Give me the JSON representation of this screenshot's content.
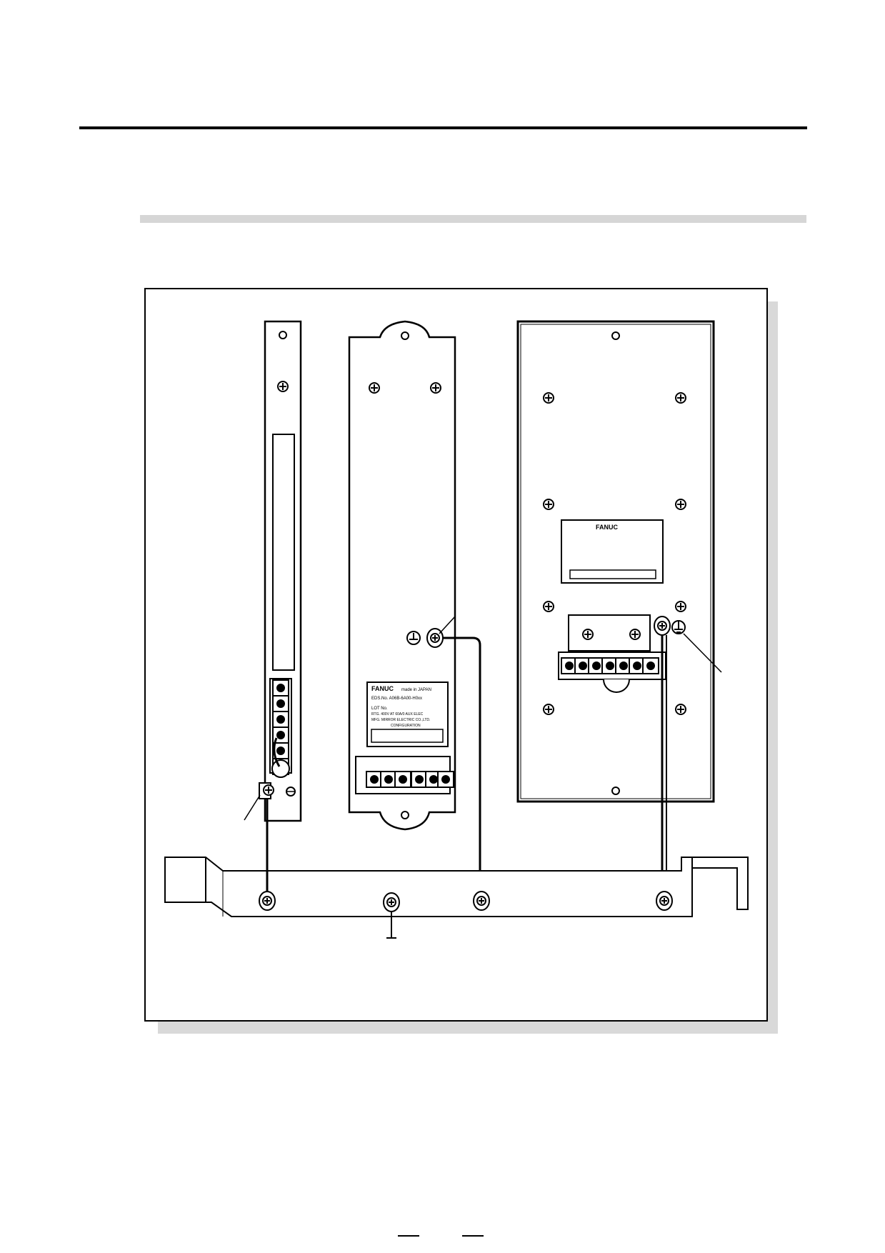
{
  "header": {
    "rule": "horizontal-rule"
  },
  "section": {
    "bar": "section-heading-bar"
  },
  "figure": {
    "nameplate_center": {
      "brand": "FANUC",
      "origin": "made in JAPAN",
      "lines": [
        "EDS.No. A06B-6A00-H0xx",
        "LOT No.",
        "RTG. 400V AT 60A/0 AUX ELEC",
        "MFG. MIRROR ELECTRIC CO.,LTD."
      ],
      "section": "CONFIGURATION"
    },
    "nameplate_right": {
      "brand": "FANUC"
    },
    "icons": [
      "ground-symbol-icon",
      "ground-symbol-icon",
      "earth-ground-icon"
    ]
  },
  "footer": {
    "page_left": "",
    "page_right": ""
  }
}
